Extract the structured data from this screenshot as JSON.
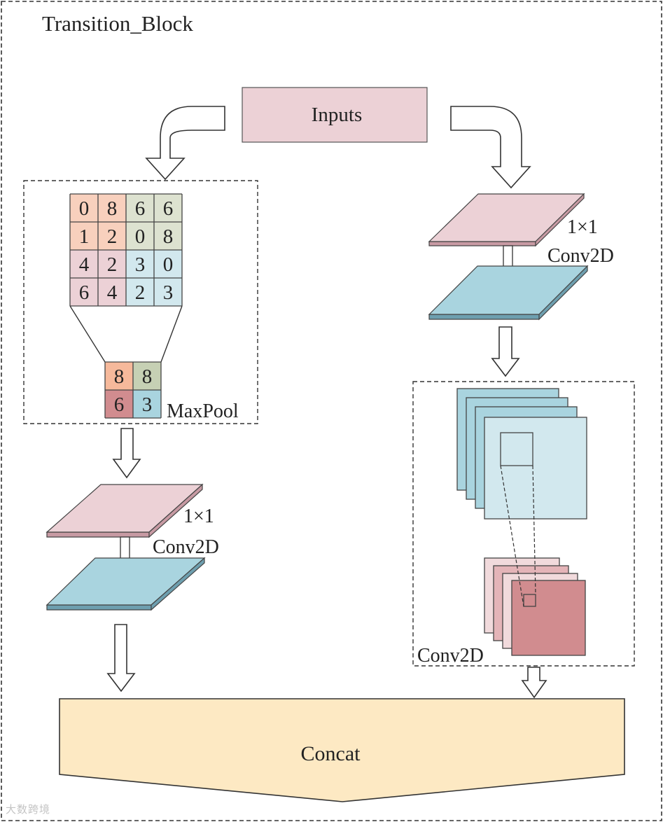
{
  "title": "Transition_Block",
  "inputs_label": "Inputs",
  "maxpool": {
    "label": "MaxPool",
    "grid": [
      [
        "0",
        "8",
        "6",
        "6"
      ],
      [
        "1",
        "2",
        "0",
        "8"
      ],
      [
        "4",
        "2",
        "3",
        "0"
      ],
      [
        "6",
        "4",
        "2",
        "3"
      ]
    ],
    "pooled": [
      [
        "8",
        "8"
      ],
      [
        "6",
        "3"
      ]
    ]
  },
  "left_conv": {
    "kernel": "1×1",
    "label": "Conv2D"
  },
  "right_conv": {
    "kernel": "1×1",
    "label": "Conv2D"
  },
  "conv_block_label": "Conv2D",
  "concat_label": "Concat",
  "watermark": "大数跨境",
  "colors": {
    "pink": "#ecd1d6",
    "blue": "#a9d4df",
    "cream": "#fde9c3",
    "peach": "#f8d0bd",
    "green": "#dde2d0",
    "light_blue": "#d2e8ee",
    "dark_pink": "#d18c8f"
  }
}
